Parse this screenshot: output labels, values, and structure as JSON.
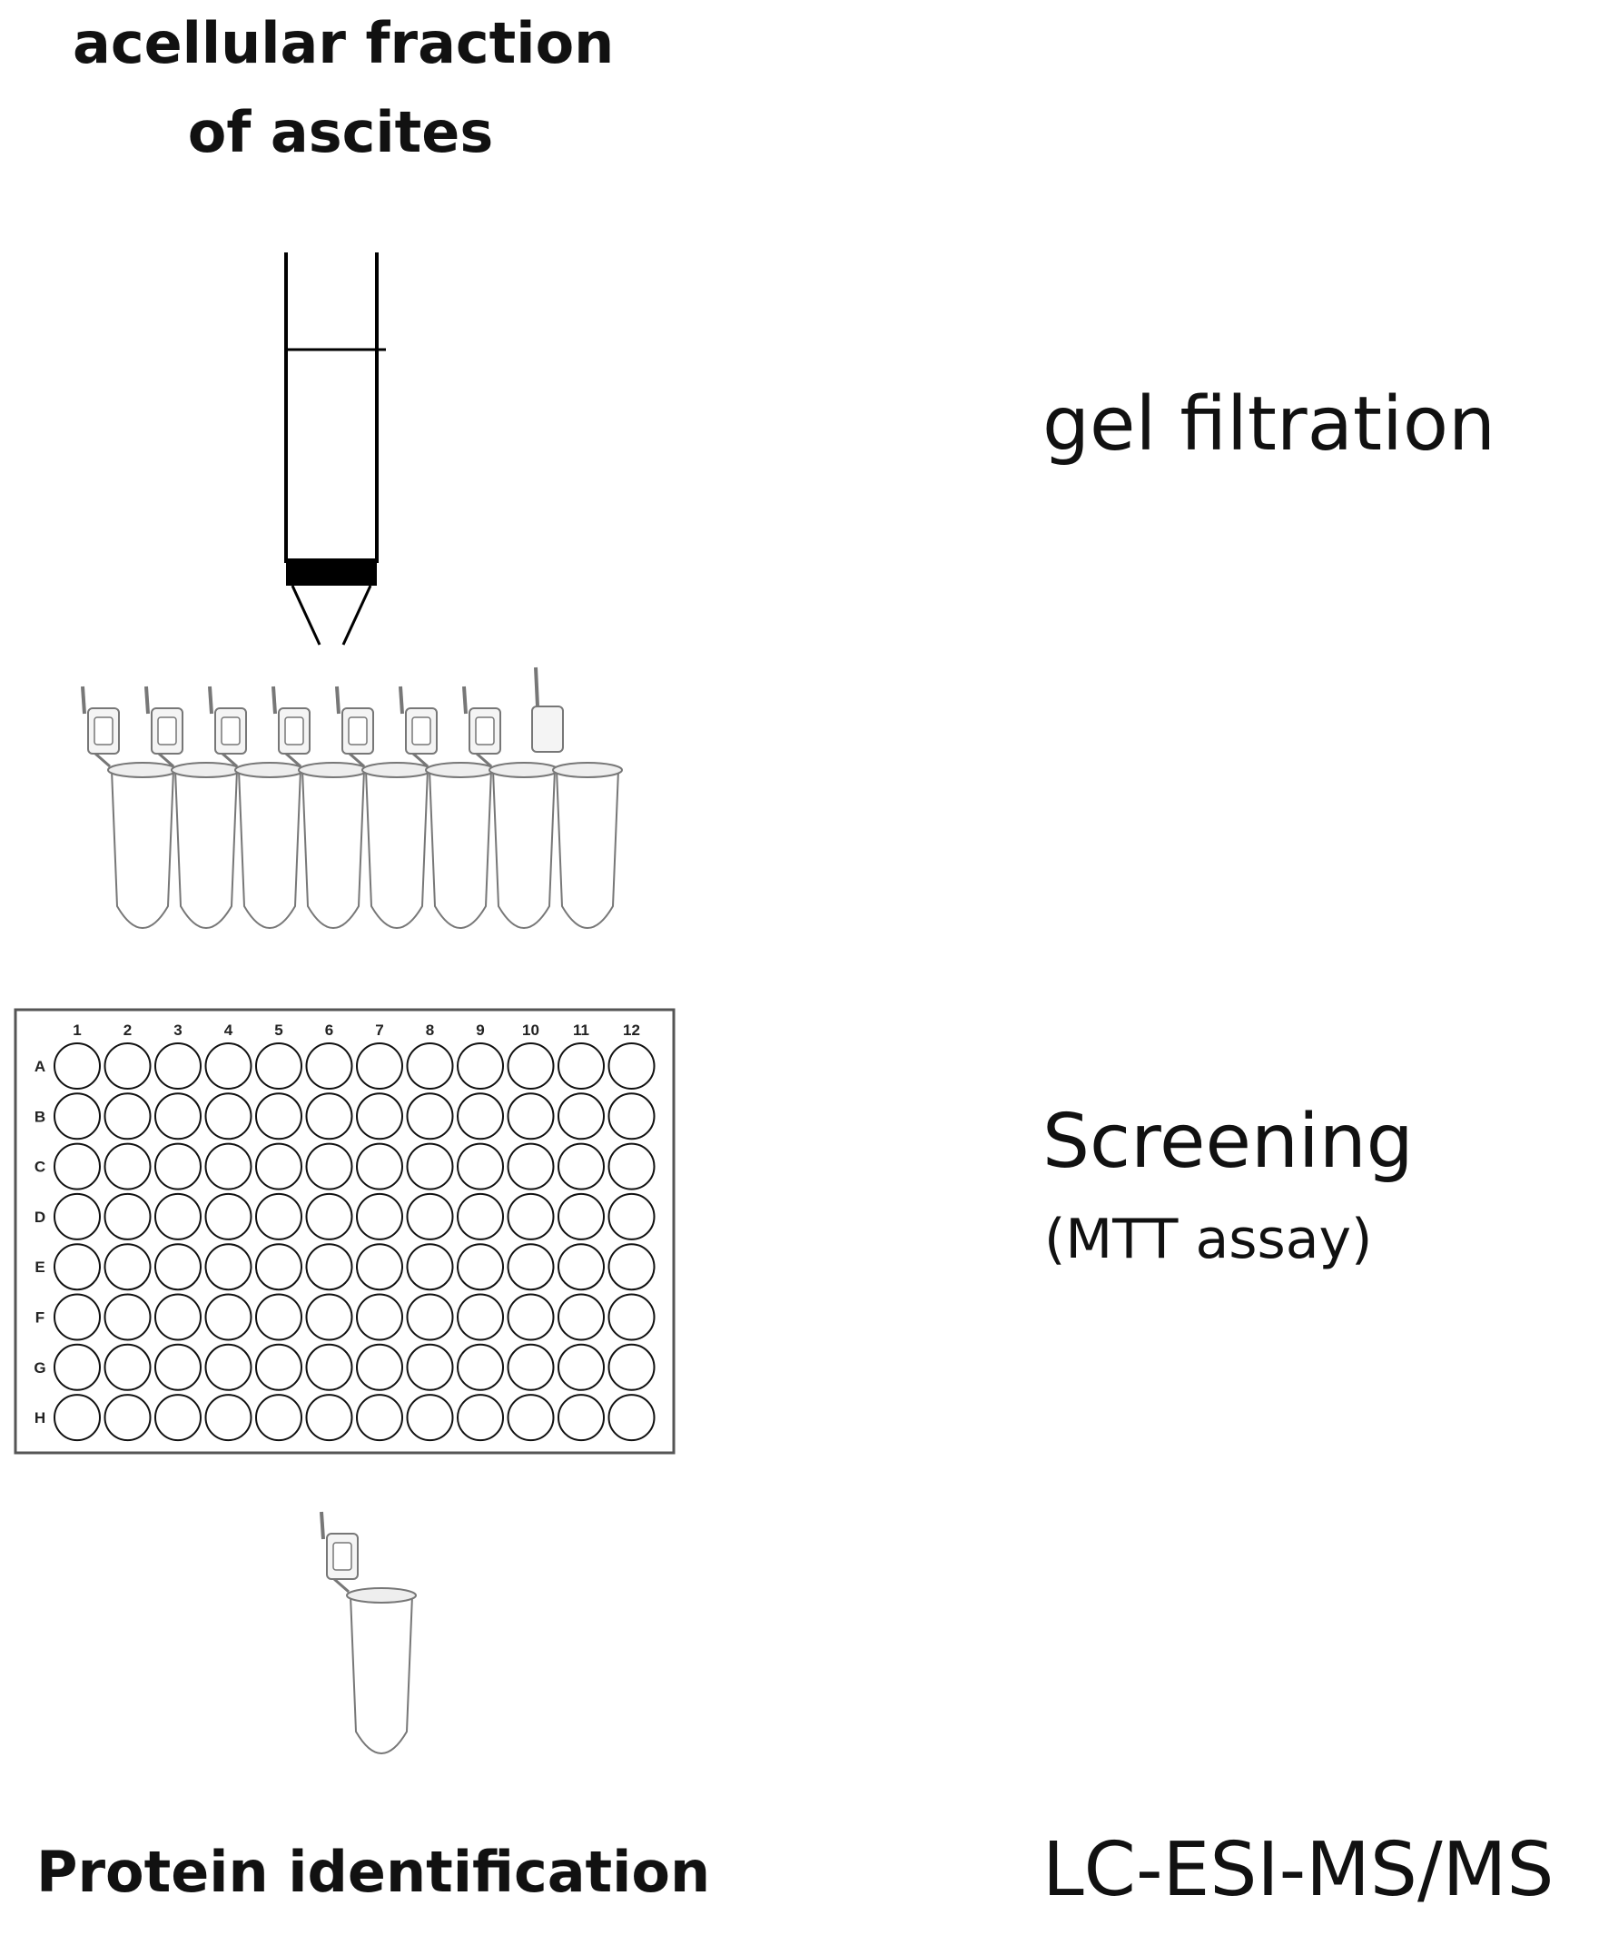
{
  "labels": {
    "title_line1": "acellular fraction",
    "title_line2": "of ascites",
    "gel_filtration": "gel filtration",
    "screening": "Screening",
    "mtt": "(MTT assay)",
    "protein_identification": "Protein identification",
    "lcms": "LC-ESI-MS/MS"
  },
  "plate": {
    "columns": [
      "1",
      "2",
      "3",
      "4",
      "5",
      "6",
      "7",
      "8",
      "9",
      "10",
      "11",
      "12"
    ],
    "rows": [
      "A",
      "B",
      "C",
      "D",
      "E",
      "F",
      "G",
      "H"
    ]
  },
  "tube_strip_count": 8,
  "colors": {
    "line": "#000000",
    "tube": "#777777",
    "well": "#111111"
  }
}
